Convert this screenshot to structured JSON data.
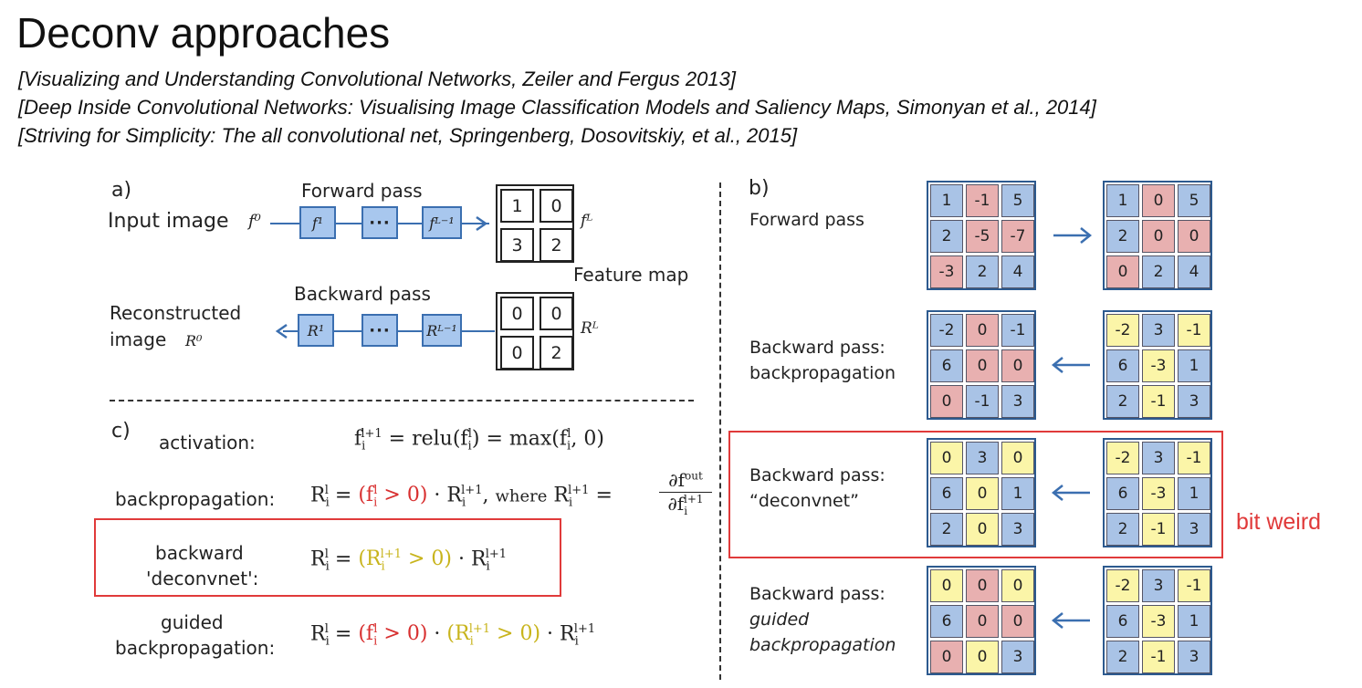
{
  "title": "Deconv approaches",
  "references": [
    "[Visualizing and Understanding Convolutional Networks, Zeiler and Fergus 2013]",
    "[Deep Inside Convolutional Networks: Visualising Image Classification Models and Saliency Maps, Simonyan et al., 2014]",
    "[Striving for Simplicity: The all convolutional net, Springenberg, Dosovitskiy, et al., 2015]"
  ],
  "panel_a": {
    "label": "a)",
    "forward_label": "Forward pass",
    "input_label": "Input image",
    "input_sym": "f⁰",
    "layer1": "f¹",
    "layer_dots": "···",
    "layerL": "fᴸ⁻¹",
    "out_sym": "fᴸ",
    "feature_map_label": "Feature map",
    "forward_grid": [
      "1",
      "0",
      "3",
      "2"
    ],
    "backward_label": "Backward pass",
    "recon_label_1": "Reconstructed",
    "recon_label_2": "image",
    "recon_sym": "R⁰",
    "rlayer1": "R¹",
    "rlayerL": "Rᴸ⁻¹",
    "rout_sym": "Rᴸ",
    "backward_grid": [
      "0",
      "0",
      "0",
      "2"
    ]
  },
  "panel_c": {
    "label": "c)",
    "activation_label": "activation:",
    "backprop_label": "backpropagation:",
    "deconv_label_1": "backward",
    "deconv_label_2": "'deconvnet':",
    "guided_label_1": "guided",
    "guided_label_2": "backpropagation:"
  },
  "panel_b": {
    "label": "b)",
    "rows": [
      {
        "label_1": "Forward pass",
        "label_2": "",
        "left": [
          [
            "1",
            "b"
          ],
          [
            "-1",
            "r"
          ],
          [
            "5",
            "b"
          ],
          [
            "2",
            "b"
          ],
          [
            "-5",
            "r"
          ],
          [
            "-7",
            "r"
          ],
          [
            "-3",
            "r"
          ],
          [
            "2",
            "b"
          ],
          [
            "4",
            "b"
          ]
        ],
        "right": [
          [
            "1",
            "b"
          ],
          [
            "0",
            "r"
          ],
          [
            "5",
            "b"
          ],
          [
            "2",
            "b"
          ],
          [
            "0",
            "r"
          ],
          [
            "0",
            "r"
          ],
          [
            "0",
            "r"
          ],
          [
            "2",
            "b"
          ],
          [
            "4",
            "b"
          ]
        ],
        "direction": "right"
      },
      {
        "label_1": "Backward pass:",
        "label_2": "backpropagation",
        "left": [
          [
            "-2",
            "b"
          ],
          [
            "0",
            "r"
          ],
          [
            "-1",
            "b"
          ],
          [
            "6",
            "b"
          ],
          [
            "0",
            "r"
          ],
          [
            "0",
            "r"
          ],
          [
            "0",
            "r"
          ],
          [
            "-1",
            "b"
          ],
          [
            "3",
            "b"
          ]
        ],
        "right": [
          [
            "-2",
            "y"
          ],
          [
            "3",
            "b"
          ],
          [
            "-1",
            "y"
          ],
          [
            "6",
            "b"
          ],
          [
            "-3",
            "y"
          ],
          [
            "1",
            "b"
          ],
          [
            "2",
            "b"
          ],
          [
            "-1",
            "y"
          ],
          [
            "3",
            "b"
          ]
        ],
        "direction": "left"
      },
      {
        "label_1": "Backward pass:",
        "label_2": "“deconvnet”",
        "left": [
          [
            "0",
            "y"
          ],
          [
            "3",
            "b"
          ],
          [
            "0",
            "y"
          ],
          [
            "6",
            "b"
          ],
          [
            "0",
            "y"
          ],
          [
            "1",
            "b"
          ],
          [
            "2",
            "b"
          ],
          [
            "0",
            "y"
          ],
          [
            "3",
            "b"
          ]
        ],
        "right": [
          [
            "-2",
            "y"
          ],
          [
            "3",
            "b"
          ],
          [
            "-1",
            "y"
          ],
          [
            "6",
            "b"
          ],
          [
            "-3",
            "y"
          ],
          [
            "1",
            "b"
          ],
          [
            "2",
            "b"
          ],
          [
            "-1",
            "y"
          ],
          [
            "3",
            "b"
          ]
        ],
        "direction": "left"
      },
      {
        "label_1": "Backward pass:",
        "label_2": "guided",
        "label_3": "backpropagation",
        "left": [
          [
            "0",
            "y"
          ],
          [
            "0",
            "r"
          ],
          [
            "0",
            "y"
          ],
          [
            "6",
            "b"
          ],
          [
            "0",
            "r"
          ],
          [
            "0",
            "r"
          ],
          [
            "0",
            "r"
          ],
          [
            "0",
            "y"
          ],
          [
            "3",
            "b"
          ]
        ],
        "right": [
          [
            "-2",
            "y"
          ],
          [
            "3",
            "b"
          ],
          [
            "-1",
            "y"
          ],
          [
            "6",
            "b"
          ],
          [
            "-3",
            "y"
          ],
          [
            "1",
            "b"
          ],
          [
            "2",
            "b"
          ],
          [
            "-1",
            "y"
          ],
          [
            "3",
            "b"
          ]
        ],
        "direction": "left"
      }
    ]
  },
  "annotation": "bit weird",
  "colors": {
    "blue": "#a9c3e6",
    "red": "#e8b0b0",
    "yellow": "#fbf5a8",
    "accent": "#e03a3a",
    "arrow": "#3b6fb0"
  }
}
